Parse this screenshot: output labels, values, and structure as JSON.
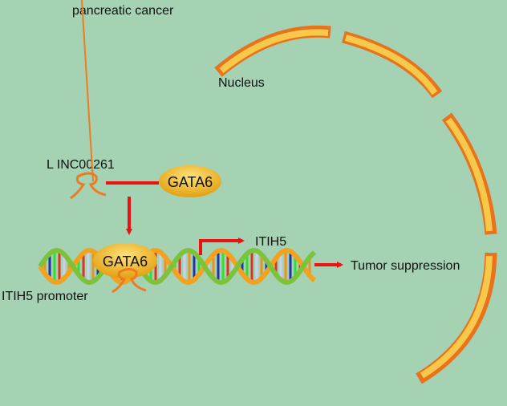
{
  "title": "pancreatic cancer",
  "nucleus_label": "Nucleus",
  "lnc_label": "L INC00261",
  "gata6_top": "GATA6",
  "gata6_bound": "GATA6",
  "gene_label": "ITIH5",
  "promoter_label": "ITIH5 promoter",
  "outcome_label": "Tumor suppression",
  "colors": {
    "background": "#a4d2b3",
    "membrane_outer": "#e8731c",
    "membrane_inner": "#f6c94a",
    "arrow": "#ee1111",
    "protein": "#f2b820",
    "rna": "#f07a20"
  }
}
